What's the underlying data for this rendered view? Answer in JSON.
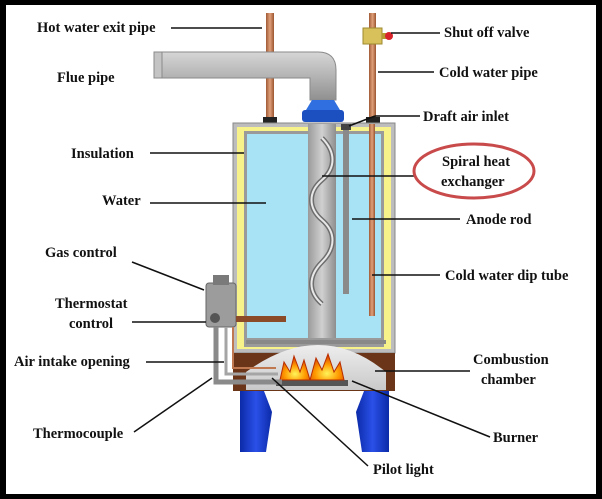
{
  "labels": {
    "hot_water_exit_pipe": "Hot water exit pipe",
    "flue_pipe": "Flue pipe",
    "insulation": "Insulation",
    "water": "Water",
    "gas_control": "Gas control",
    "thermostat_control_line1": "Thermostat",
    "thermostat_control_line2": "control",
    "air_intake_opening": "Air intake opening",
    "thermocouple": "Thermocouple",
    "shut_off_valve": "Shut off valve",
    "cold_water_pipe": "Cold water pipe",
    "draft_air_inlet": "Draft air inlet",
    "spiral_heat_exchanger_line1": "Spiral heat",
    "spiral_heat_exchanger_line2": "exchanger",
    "anode_rod": "Anode rod",
    "cold_water_dip_tube": "Cold water dip tube",
    "combustion_chamber_line1": "Combustion",
    "combustion_chamber_line2": "chamber",
    "burner": "Burner",
    "pilot_light": "Pilot light"
  },
  "colors": {
    "frame": "#000000",
    "background": "#ffffff",
    "water": "#a8e2f5",
    "insulation": "#f7f28a",
    "tank_wall": "#b8b8b8",
    "base": "#6b3519",
    "legs": "#1537cc",
    "copper_pipe": "#c07850",
    "flue": "#b0b0b0",
    "highlight_ellipse": "#c94a4a",
    "flame": "#ff7a00"
  }
}
